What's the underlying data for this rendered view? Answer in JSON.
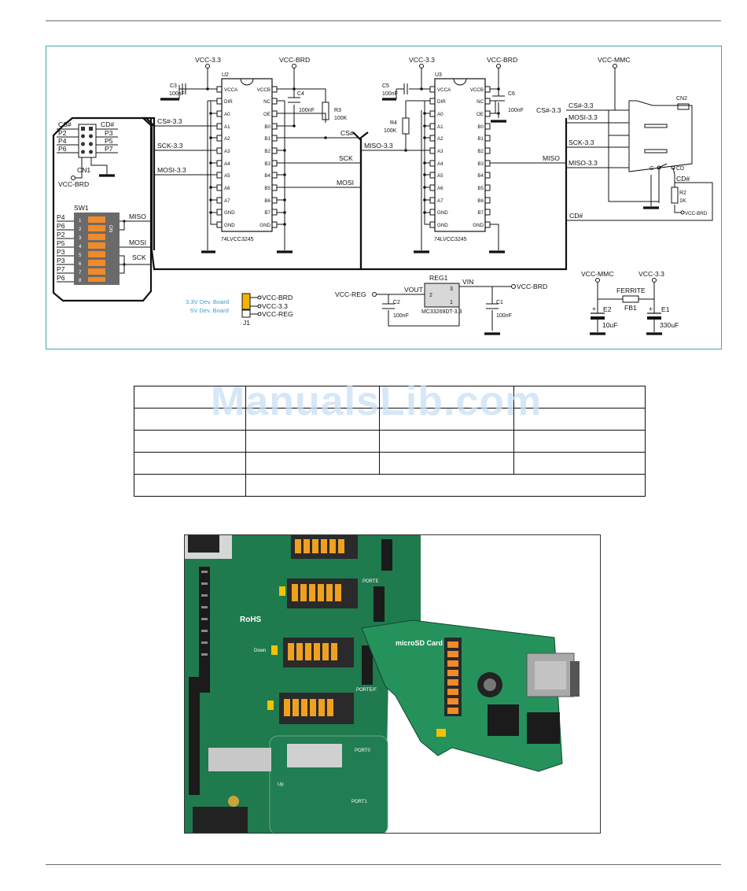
{
  "schematic": {
    "power": {
      "vcc33": "VCC-3.3",
      "vccbrd": "VCC-BRD",
      "vccmmc": "VCC-MMC",
      "vccreg": "VCC-REG"
    },
    "u2": {
      "ref": "U2",
      "part": "74LVCC3245",
      "left_pins": [
        "VCCA",
        "DIR",
        "A0",
        "A1",
        "A2",
        "A3",
        "A4",
        "A5",
        "A6",
        "A7",
        "GND",
        "GND"
      ],
      "right_pins": [
        "VCCB",
        "NC",
        "OE",
        "B0",
        "B1",
        "B2",
        "B3",
        "B4",
        "B5",
        "B6",
        "B7",
        "GND"
      ]
    },
    "u3": {
      "ref": "U3",
      "part": "74LVCC3245",
      "left_pins": [
        "VCCA",
        "DIR",
        "A0",
        "A1",
        "A2",
        "A3",
        "A4",
        "A5",
        "A6",
        "A7",
        "GND",
        "GND"
      ],
      "right_pins": [
        "VCCB",
        "NC",
        "OE",
        "B0",
        "B1",
        "B2",
        "B3",
        "B4",
        "B5",
        "B6",
        "B7",
        "GND"
      ]
    },
    "caps": {
      "c3": "C3",
      "c3v": "100nF",
      "c4": "C4",
      "c4v": "100nF",
      "c5": "C5",
      "c5v": "100nF",
      "c6": "C6",
      "c6v": "100nF",
      "c2": "C2",
      "c2v": "100nF",
      "c1": "C1",
      "c1v": "100nF"
    },
    "res": {
      "r3": "R3",
      "r3v": "100K",
      "r4": "R4",
      "r4v": "100K",
      "r2": "R2",
      "r2v": "1K"
    },
    "nets": {
      "cs33": "CS#-3.3",
      "sck33": "SCK-3.3",
      "mosi33": "MOSI-3.3",
      "miso33": "MISO-3.3",
      "cs": "CS#",
      "sck": "SCK",
      "mosi": "MOSI",
      "miso": "MISO",
      "cd": "CD#"
    },
    "cn1": {
      "ref": "CN1",
      "net": "VCC-BRD",
      "left": [
        "CS#",
        "P2",
        "P4",
        "P6"
      ],
      "right": [
        "CD#",
        "P3",
        "P5",
        "P7"
      ]
    },
    "sw1": {
      "ref": "SW1",
      "on": "ON",
      "ports": [
        "P4",
        "P6",
        "P2",
        "P5",
        "P3",
        "P3",
        "P7",
        "P6"
      ],
      "nums": [
        "1",
        "2",
        "3",
        "4",
        "5",
        "6",
        "7",
        "8"
      ],
      "miso": "MISO",
      "mosi": "MOSI",
      "sck": "SCK"
    },
    "j1": {
      "ref": "J1",
      "opt33": "3.3V Dev. Board",
      "opt5": "5V Dev. Board",
      "p1": "VCC-BRD",
      "p2": "VCC-3.3",
      "p3": "VCC-REG"
    },
    "reg1": {
      "ref": "REG1",
      "part": "MC33269DT-3.3",
      "vout": "VOUT",
      "vin": "VIN",
      "pin1": "1",
      "pin2": "2",
      "pin3": "3"
    },
    "cn2": {
      "ref": "CN2",
      "g": "G",
      "cd": "CD"
    },
    "fb1": {
      "ref": "FB1",
      "label": "FERRITE"
    },
    "e1": {
      "ref": "E1",
      "value": "330uF"
    },
    "e2": {
      "ref": "E2",
      "value": "10uF"
    },
    "plus": "+"
  },
  "table": {
    "rows": [
      [
        "",
        "",
        "",
        ""
      ],
      [
        "",
        "",
        "",
        ""
      ],
      [
        "",
        "",
        "",
        ""
      ],
      [
        "",
        "",
        "",
        ""
      ],
      [
        "",
        ""
      ]
    ]
  },
  "watermark": "ManualsLib.com",
  "photo": {
    "card_title": "microSD Card",
    "port_e": "PORTE",
    "port_f": "PORTE/F",
    "port_0": "PORT0",
    "port_1": "PORT1",
    "rohs": "RoHS",
    "up": "Up",
    "down": "Down"
  },
  "colors": {
    "frame": "#3aa7b3",
    "switch": "#f08a2a",
    "board": "#1f7a4e",
    "watermark": "#c9dff5"
  }
}
